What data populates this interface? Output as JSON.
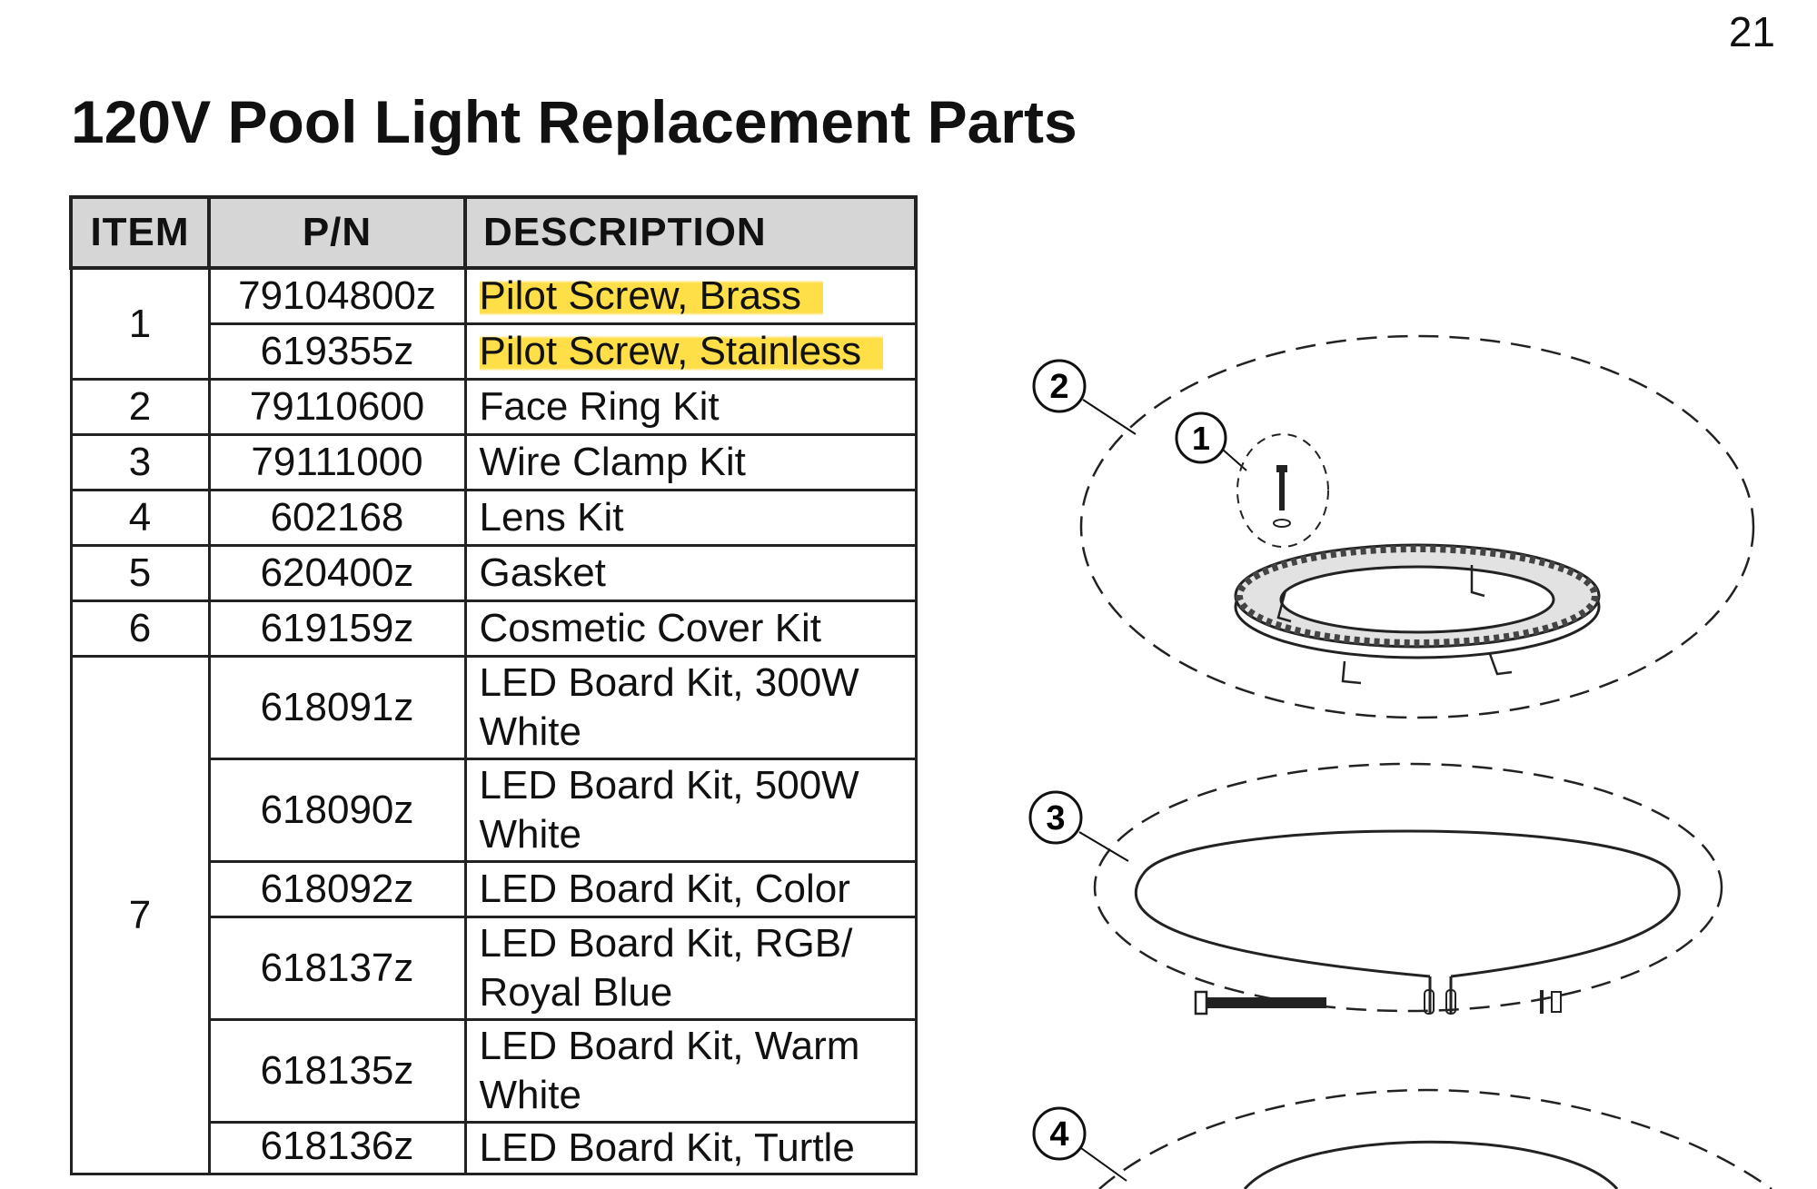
{
  "page_number": "21",
  "title": "120V Pool Light Replacement Parts",
  "table": {
    "headers": {
      "item": "ITEM",
      "pn": "P/N",
      "description": "DESCRIPTION"
    },
    "rows": [
      {
        "item": "1",
        "pn": "79104800z",
        "description": "Pilot Screw, Brass",
        "highlighted": true
      },
      {
        "pn": "619355z",
        "description": "Pilot Screw, Stainless",
        "highlighted": true
      },
      {
        "item": "2",
        "pn": "79110600",
        "description": "Face Ring Kit"
      },
      {
        "item": "3",
        "pn": "79111000",
        "description": "Wire Clamp Kit"
      },
      {
        "item": "4",
        "pn": "602168",
        "description": "Lens Kit"
      },
      {
        "item": "5",
        "pn": "620400z",
        "description": "Gasket"
      },
      {
        "item": "6",
        "pn": "619159z",
        "description": "Cosmetic Cover Kit"
      },
      {
        "item": "7",
        "pn": "618091z",
        "description": "LED Board Kit, 300W White"
      },
      {
        "pn": "618090z",
        "description": "LED Board Kit, 500W White"
      },
      {
        "pn": "618092z",
        "description": "LED Board Kit, Color"
      },
      {
        "pn": "618137z",
        "description": "LED Board Kit, RGB/ Royal Blue"
      },
      {
        "pn": "618135z",
        "description": "LED Board Kit, Warm White"
      },
      {
        "pn": "618136z",
        "description": "LED Board Kit, Turtle"
      }
    ]
  },
  "diagram": {
    "callouts": [
      "2",
      "1",
      "3",
      "4"
    ]
  },
  "colors": {
    "highlight": "#ffd928",
    "header_bg": "#d6d6d6",
    "line": "#222222"
  }
}
